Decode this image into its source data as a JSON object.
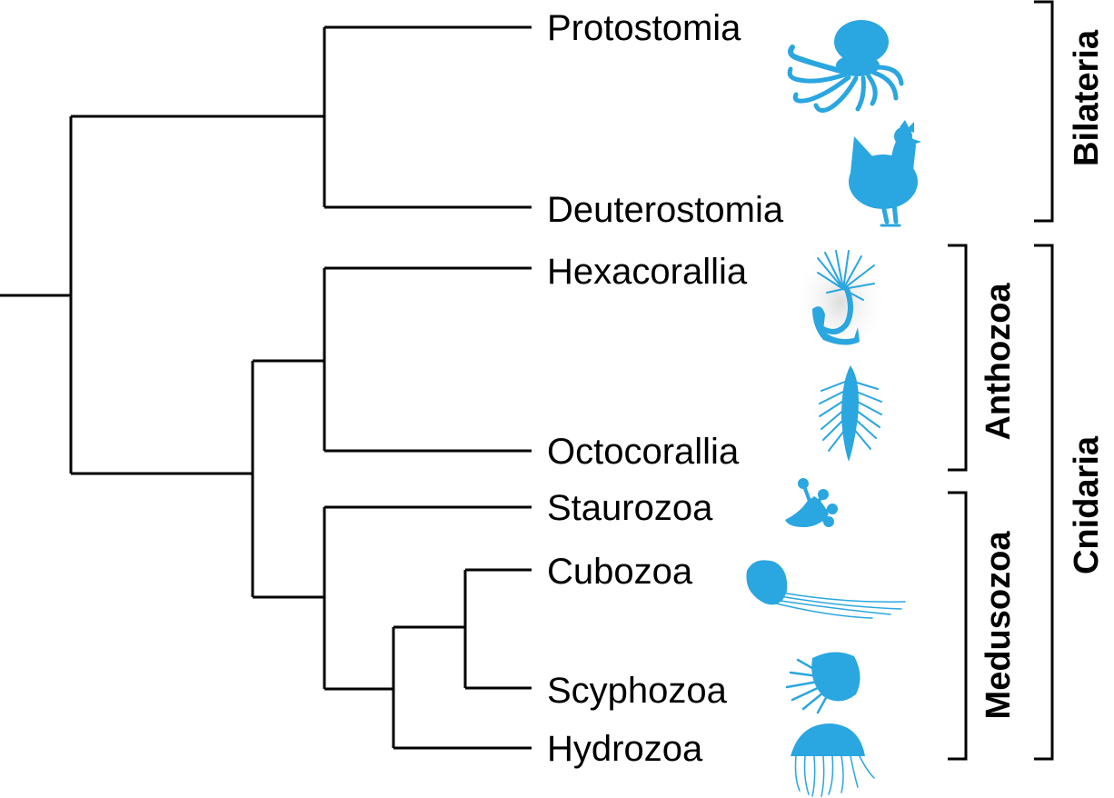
{
  "taxa": {
    "protostomia": "Protostomia",
    "deuterostomia": "Deuterostomia",
    "hexacorallia": "Hexacorallia",
    "octocorallia": "Octocorallia",
    "staurozoa": "Staurozoa",
    "cubozoa": "Cubozoa",
    "scyphozoa": "Scyphozoa",
    "hydrozoa": "Hydrozoa"
  },
  "clades": {
    "bilateria": "Bilateria",
    "anthozoa": "Anthozoa",
    "medusozoa": "Medusozoa",
    "cnidaria": "Cnidaria"
  },
  "icons": {
    "protostomia": "octopus-icon",
    "deuterostomia": "chicken-icon",
    "hexacorallia": "sea-anemone-icon",
    "octocorallia": "sea-pen-icon",
    "staurozoa": "stalked-jellyfish-icon",
    "cubozoa": "box-jellyfish-icon",
    "scyphozoa": "true-jellyfish-icon",
    "hydrozoa": "hydromedusa-icon"
  },
  "colors": {
    "silhouette": "#2aa6e0",
    "lines": "#000000"
  }
}
